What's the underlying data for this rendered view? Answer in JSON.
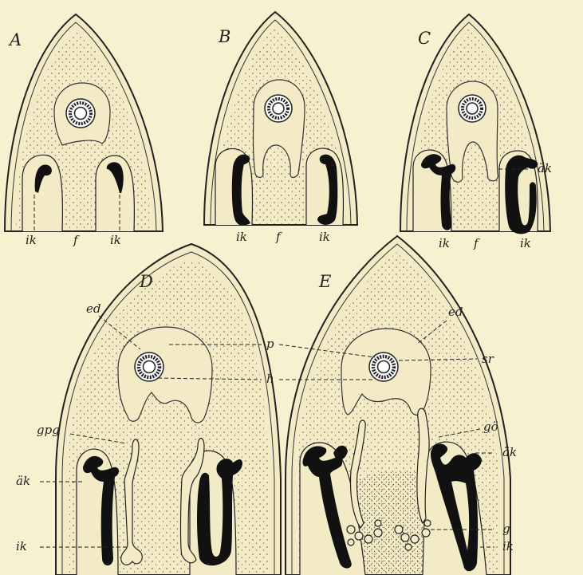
{
  "panels": [
    {
      "id": "A",
      "label": "A"
    },
    {
      "id": "B",
      "label": "B"
    },
    {
      "id": "C",
      "label": "C"
    },
    {
      "id": "D",
      "label": "D"
    },
    {
      "id": "E",
      "label": "E"
    }
  ],
  "labels": {
    "ik": "ik",
    "f": "f",
    "ak": "äk",
    "ed": "ed",
    "p": "p",
    "h": "h",
    "sr": "sr",
    "gpg": "gpg",
    "go": "gö",
    "g": "g"
  },
  "colors": {
    "background": "#f7f1cf",
    "line": "#222222",
    "dark_tissue": "#111111"
  }
}
